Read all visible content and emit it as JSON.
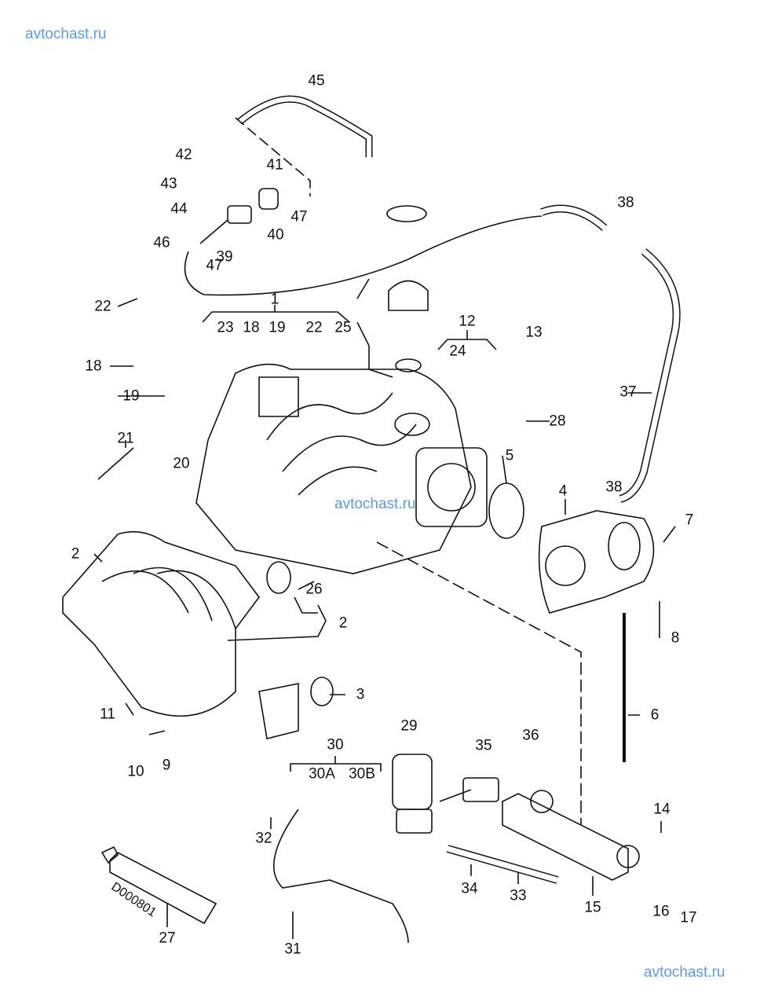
{
  "watermarks": [
    "avtochast.ru",
    "avtochast.ru",
    "avtochast.ru"
  ],
  "tube_marking": "D000801",
  "callouts": [
    "45",
    "42",
    "41",
    "43",
    "44",
    "47",
    "40",
    "46",
    "47",
    "39",
    "38",
    "1",
    "23",
    "18",
    "19",
    "22",
    "25",
    "12",
    "13",
    "22",
    "24",
    "18",
    "19",
    "37",
    "28",
    "21",
    "20",
    "5",
    "4",
    "38",
    "7",
    "2",
    "26",
    "2",
    "8",
    "3",
    "11",
    "6",
    "10",
    "9",
    "30",
    "29",
    "35",
    "36",
    "30A",
    "30B",
    "14",
    "32",
    "34",
    "33",
    "15",
    "16",
    "17",
    "27",
    "31"
  ],
  "colors": {
    "line": "#111111",
    "watermark": "#5b9ae0"
  }
}
